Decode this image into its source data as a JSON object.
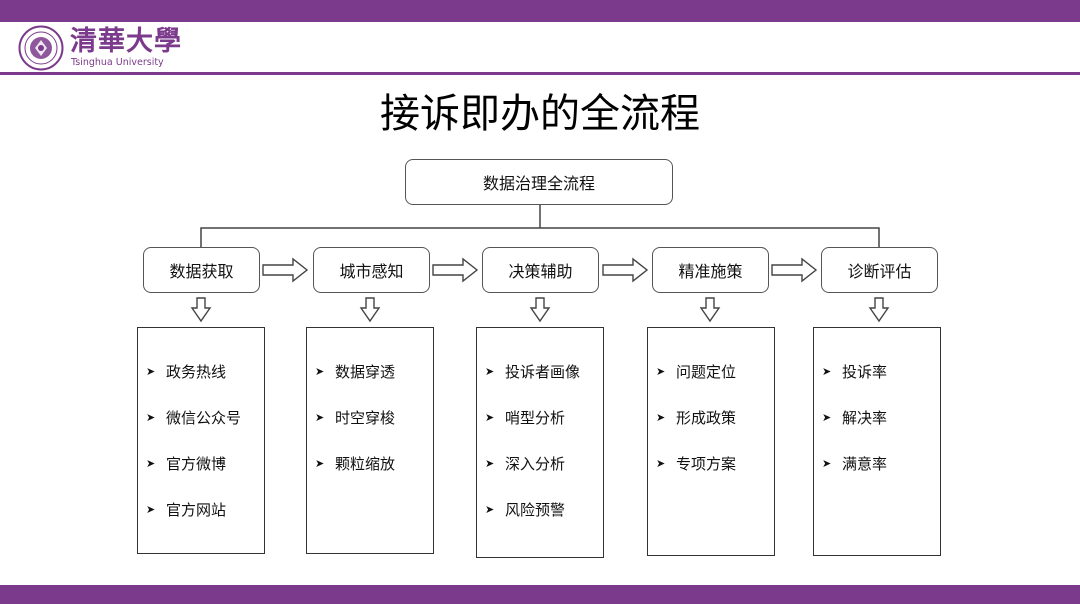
{
  "header": {
    "logo_cn": "清華大學",
    "logo_en": "Tsinghua University",
    "brand_color": "#7b3a8b"
  },
  "title": "接诉即办的全流程",
  "diagram": {
    "root": "数据治理全流程",
    "stages": [
      {
        "label": "数据获取",
        "items": [
          "政务热线",
          "微信公众号",
          "官方微博",
          "官方网站"
        ]
      },
      {
        "label": "城市感知",
        "items": [
          "数据穿透",
          "时空穿梭",
          "颗粒缩放"
        ]
      },
      {
        "label": "决策辅助",
        "items": [
          "投诉者画像",
          "哨型分析",
          "深入分析",
          "风险预警"
        ]
      },
      {
        "label": "精准施策",
        "items": [
          "问题定位",
          "形成政策",
          "专项方案"
        ]
      },
      {
        "label": "诊断评估",
        "items": [
          "投诉率",
          "解决率",
          "满意率"
        ]
      }
    ],
    "bullet_icon": "arrowhead-bullet-icon",
    "flow_arrow_icon": "hollow-right-arrow-icon",
    "down_arrow_icon": "hollow-down-arrow-icon"
  }
}
